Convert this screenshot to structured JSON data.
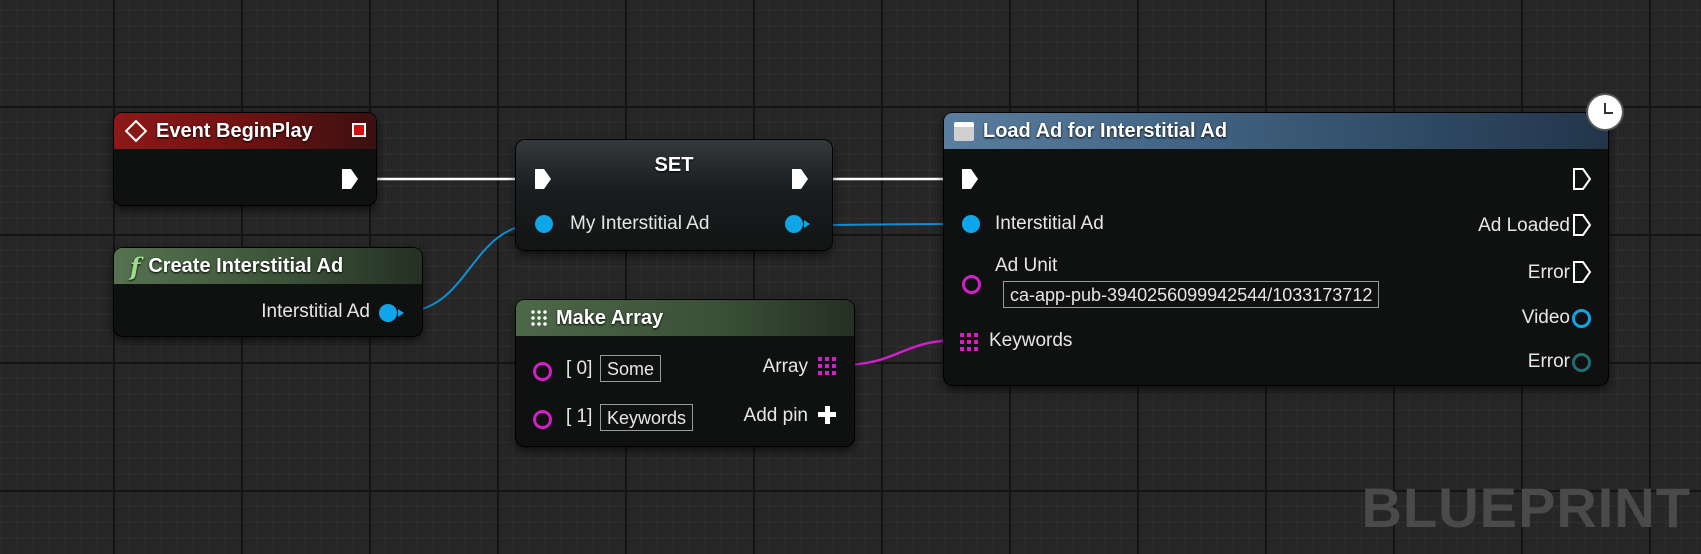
{
  "watermark": "BLUEPRINT",
  "colors": {
    "exec": "#ffffff",
    "object_pin": "#0ea5e9",
    "string_pin": "#d21fc8",
    "event_header": "#8e1818",
    "function_header": "#55734f",
    "async_header": "#5a7ea0"
  },
  "nodes": {
    "event_begin_play": {
      "title": "Event BeginPlay",
      "icon": "event-diamond-icon"
    },
    "create_interstitial": {
      "title": "Create Interstitial Ad",
      "icon": "function-icon",
      "output_label": "Interstitial Ad"
    },
    "set_node": {
      "title": "SET",
      "input_label": "My Interstitial Ad"
    },
    "make_array": {
      "title": "Make Array",
      "icon": "make-array-icon",
      "inputs": [
        {
          "index": "[ 0]",
          "value": "Some"
        },
        {
          "index": "[ 1]",
          "value": "Keywords"
        }
      ],
      "output_label": "Array",
      "add_pin_label": "Add pin"
    },
    "load_ad": {
      "title": "Load Ad for Interstitial Ad",
      "icon": "async-node-icon",
      "inputs": {
        "interstitial_ad": "Interstitial Ad",
        "ad_unit_label": "Ad Unit",
        "ad_unit_value": "ca-app-pub-3940256099942544/1033173712",
        "keywords": "Keywords"
      },
      "outputs": {
        "ad_loaded": "Ad Loaded",
        "error_exec": "Error",
        "video": "Video",
        "error_obj": "Error"
      }
    }
  }
}
